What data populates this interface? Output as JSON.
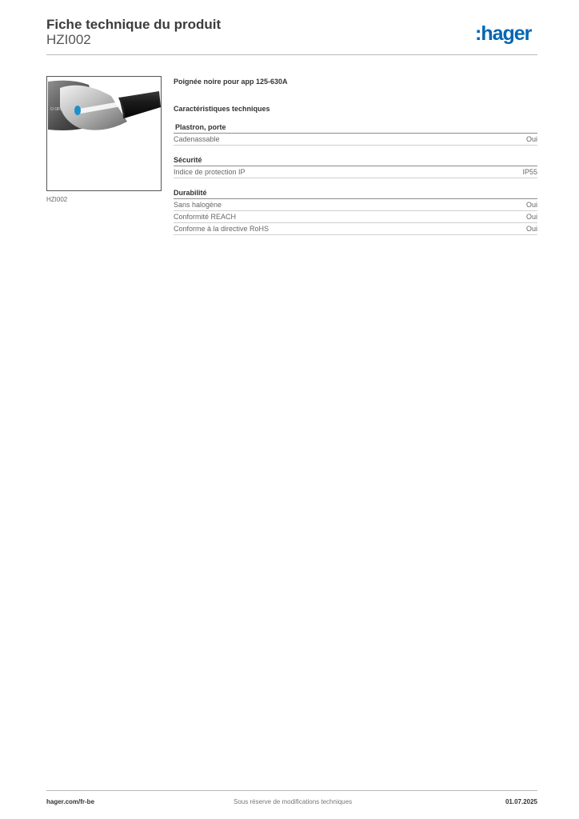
{
  "header": {
    "title": "Fiche technique du produit",
    "product_ref": "HZI002",
    "logo_text": ":hager",
    "logo_color": "#0066b3"
  },
  "product": {
    "image_icon": "rotary-handle-icon",
    "image_caption": "HZI002",
    "handle_label": "O OFF",
    "description": "Poignée noire pour app 125-630A"
  },
  "specs": {
    "title": "Caractéristiques techniques",
    "groups": [
      {
        "title": "Plastron, porte",
        "rows": [
          {
            "label": "Cadenassable",
            "value": "Oui"
          }
        ]
      },
      {
        "title": "Sécurité",
        "rows": [
          {
            "label": "Indice de protection IP",
            "value": "IP55"
          }
        ]
      },
      {
        "title": "Durabilité",
        "rows": [
          {
            "label": "Sans halogène",
            "value": "Oui"
          },
          {
            "label": "Conformité REACH",
            "value": "Oui"
          },
          {
            "label": "Conforme à la directive RoHS",
            "value": "Oui"
          }
        ]
      }
    ]
  },
  "footer": {
    "website": "hager.com/fr-be",
    "notice": "Sous réserve de modifications techniques",
    "date": "01.07.2025"
  }
}
